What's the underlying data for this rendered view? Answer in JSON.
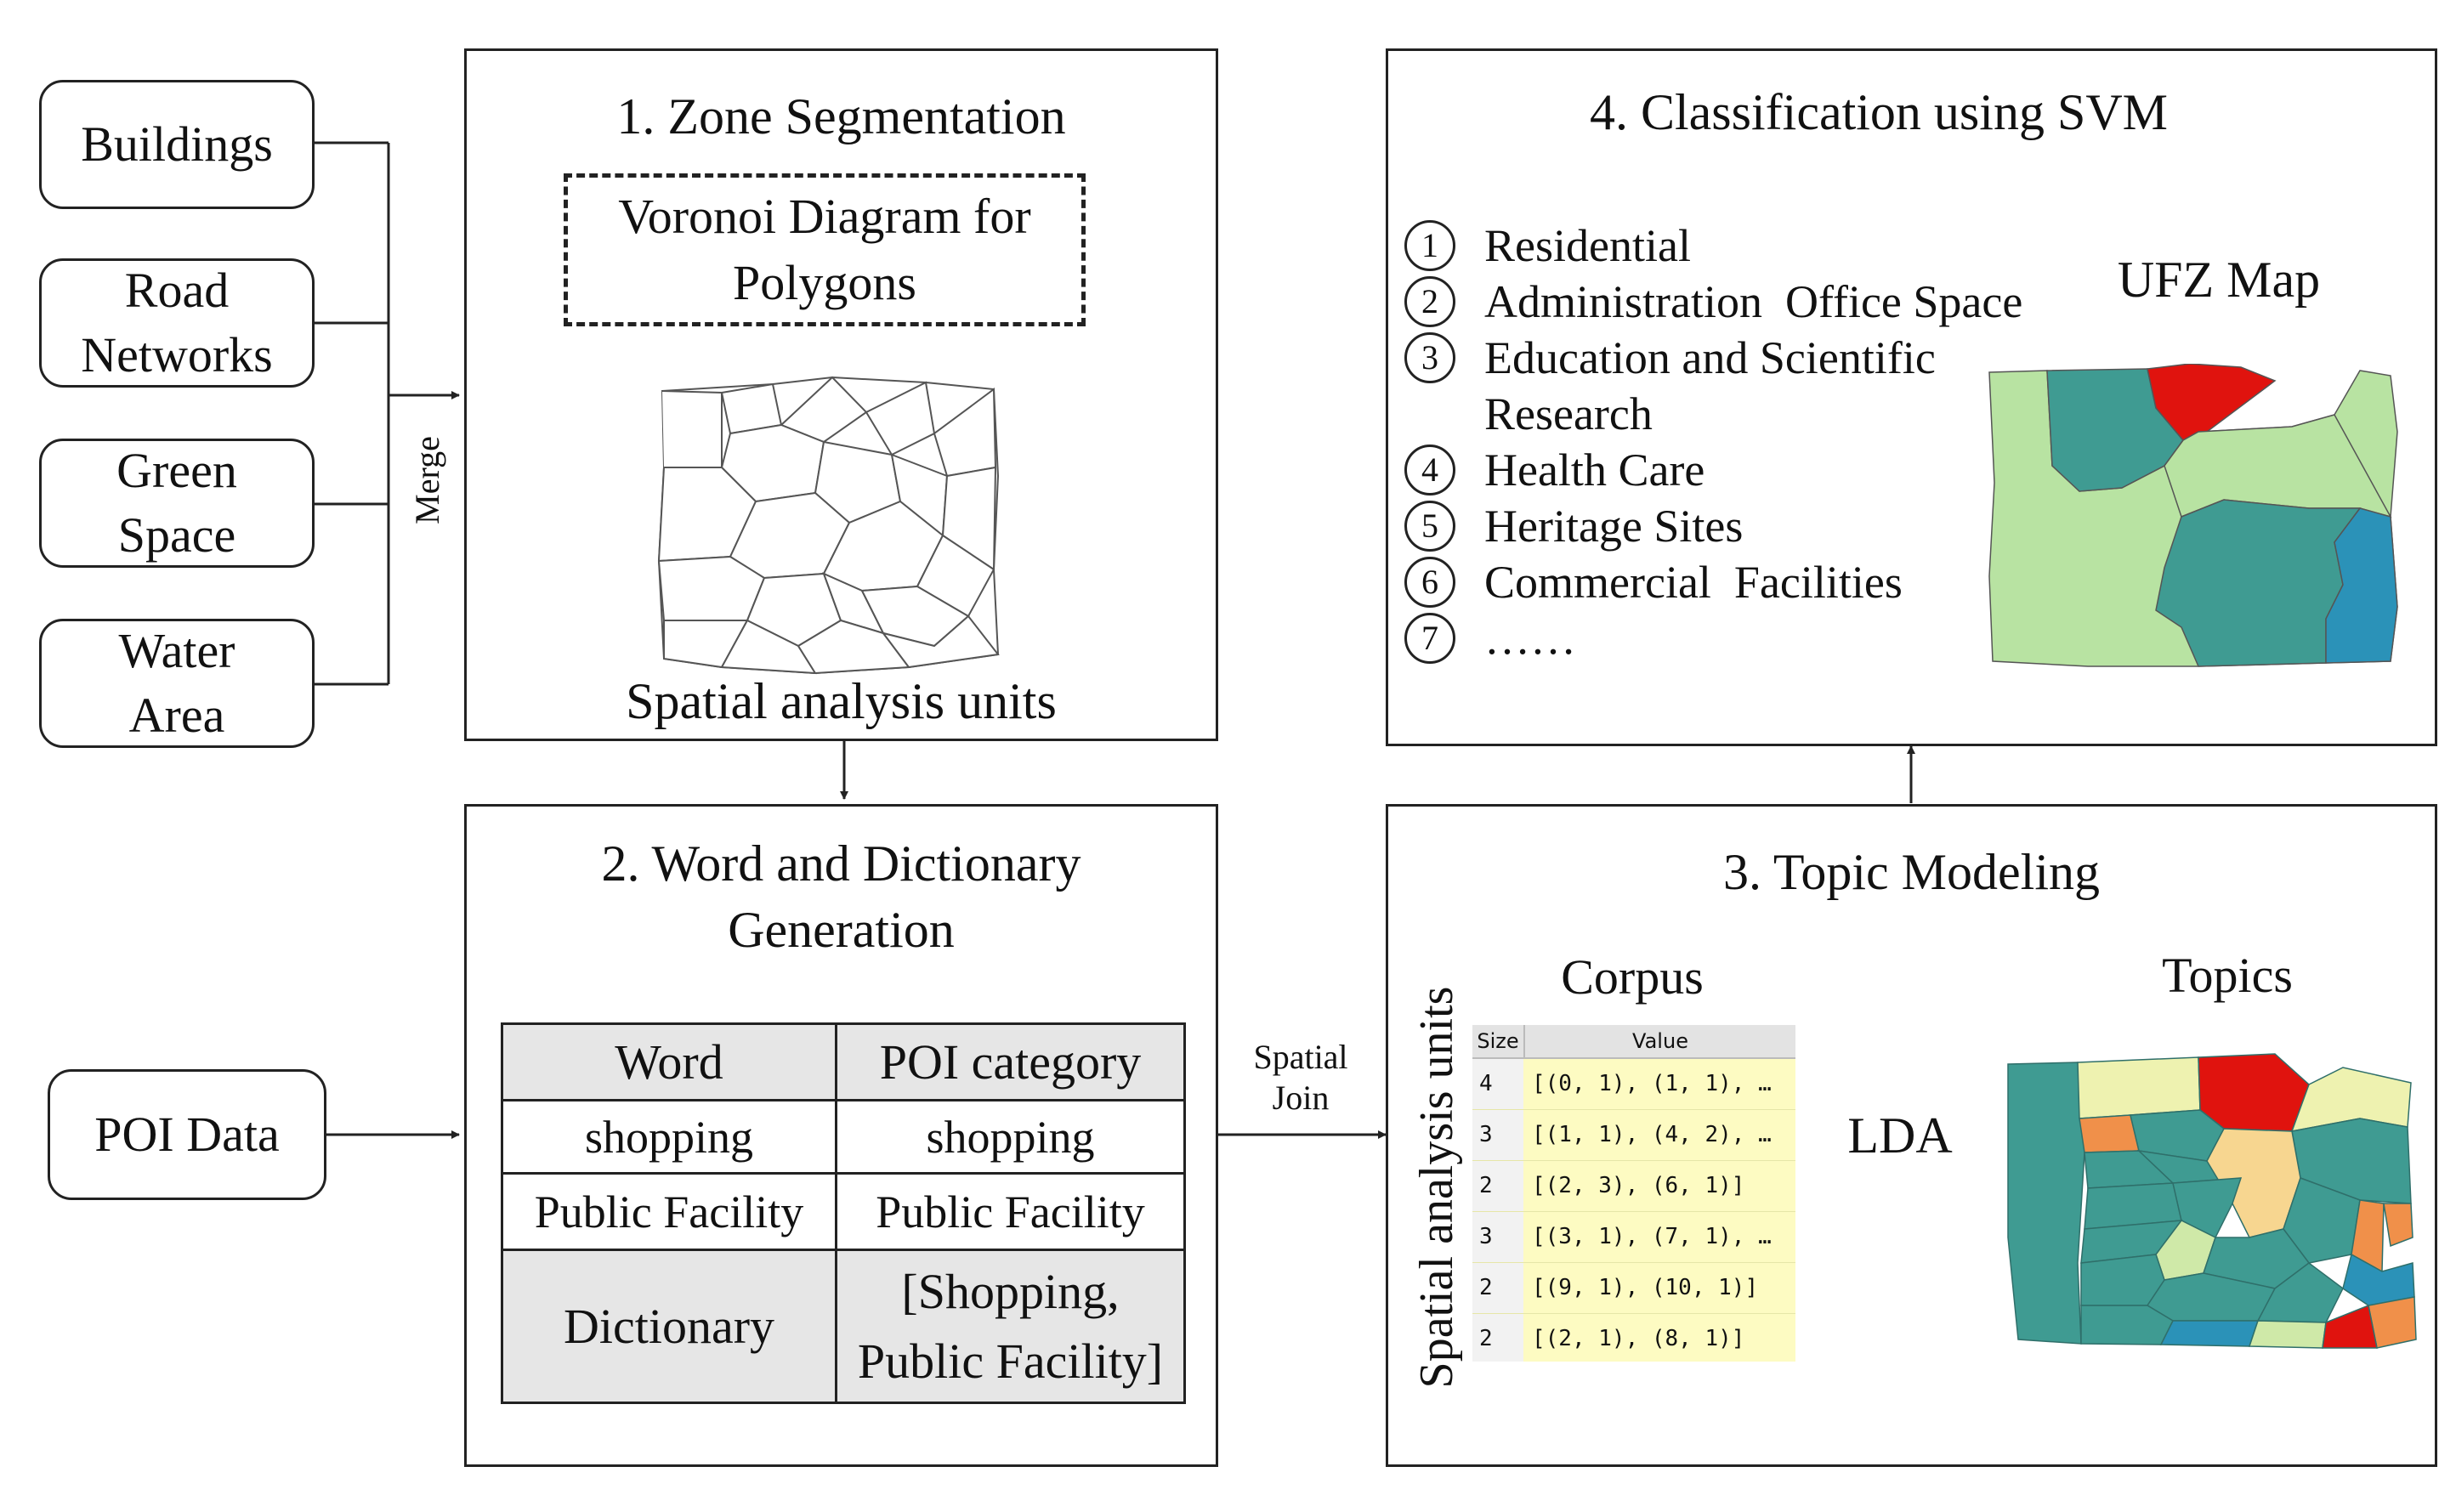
{
  "inputs": {
    "buildings": "Buildings",
    "road_networks": [
      "Road",
      "Networks"
    ],
    "green_space": [
      "Green",
      "Space"
    ],
    "water_area": [
      "Water",
      "Area"
    ],
    "poi_data": "POI Data",
    "merge_label": "Merge"
  },
  "step1": {
    "title": "1. Zone Segmentation",
    "voronoi": [
      "Voronoi Diagram for",
      "Polygons"
    ],
    "caption": "Spatial analysis units"
  },
  "step2": {
    "title": [
      "2. Word and Dictionary",
      "Generation"
    ],
    "table": {
      "headers": [
        "Word",
        "POI category"
      ],
      "rows": [
        [
          "shopping",
          "shopping"
        ],
        [
          "Public Facility",
          "Public Facility"
        ]
      ],
      "dictionary_label": "Dictionary",
      "dictionary_value": [
        "[Shopping,",
        "Public Facility]"
      ]
    }
  },
  "spatial_join": [
    "Spatial",
    "Join"
  ],
  "step3": {
    "title": "3. Topic Modeling",
    "side_label": "Spatial analysis units",
    "corpus_label": "Corpus",
    "corpus_headers": [
      "Size",
      "Value"
    ],
    "corpus_rows": [
      [
        "4",
        "[(0, 1), (1, 1), …"
      ],
      [
        "3",
        "[(1, 1), (4, 2), …"
      ],
      [
        "2",
        "[(2, 3), (6, 1)]"
      ],
      [
        "3",
        "[(3, 1), (7, 1), …"
      ],
      [
        "2",
        "[(9, 1), (10, 1)]"
      ],
      [
        "2",
        "[(2, 1), (8, 1)]"
      ]
    ],
    "lda_label": "LDA",
    "topics_label": "Topics"
  },
  "step4": {
    "title": "4. Classification using SVM",
    "classes": [
      {
        "num": "1",
        "label": "Residential"
      },
      {
        "num": "2",
        "label": "Administration  Office Space"
      },
      {
        "num": "3",
        "label": "Education and Scientific"
      },
      {
        "num": "",
        "label": "Research"
      },
      {
        "num": "4",
        "label": "Health Care"
      },
      {
        "num": "5",
        "label": "Heritage Sites"
      },
      {
        "num": "6",
        "label": "Commercial  Facilities"
      },
      {
        "num": "7",
        "label": "……"
      }
    ],
    "map_label": "UFZ Map"
  },
  "colors": {
    "light_green": "#b8e3a2",
    "teal": "#3f9b92",
    "red": "#e0130e",
    "blue": "#2b92b8",
    "pale_yellow": "#eef2b0",
    "orange": "#f0904a",
    "peach": "#f7d690",
    "light_lime": "#cfe9a8"
  }
}
